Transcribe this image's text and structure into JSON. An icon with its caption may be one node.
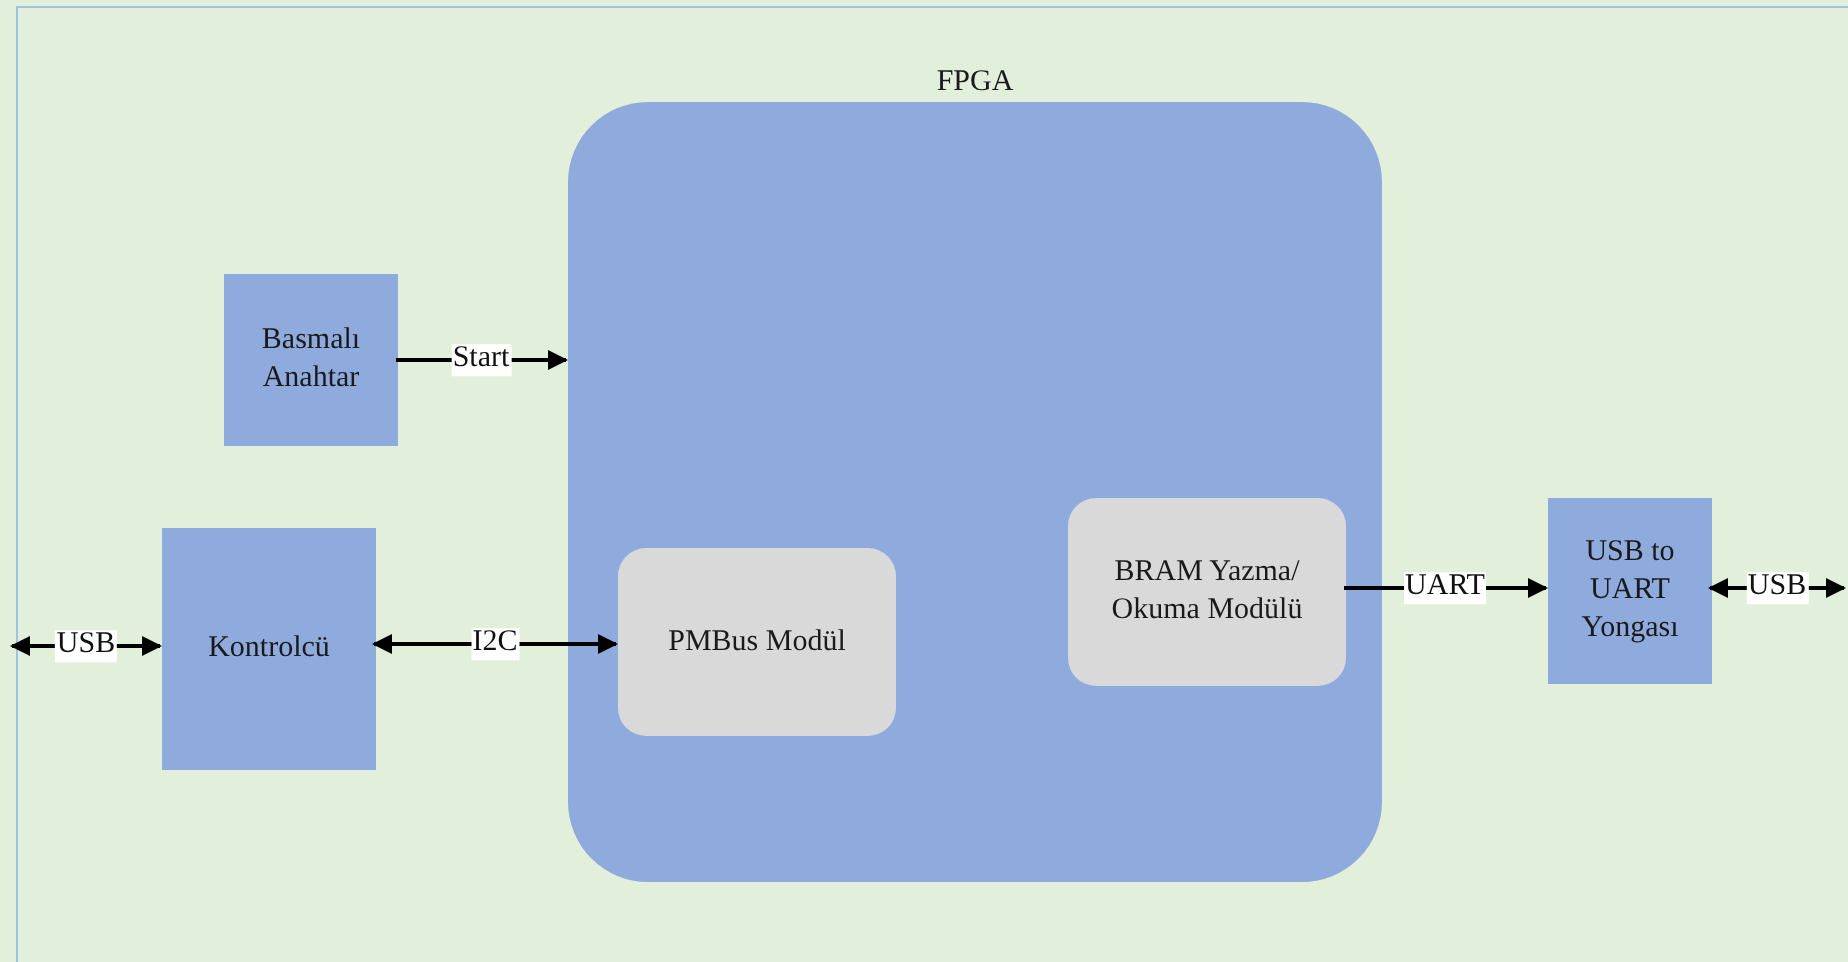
{
  "diagram": {
    "nodes": [
      {
        "text": [
          "FPGA"
        ]
      },
      {
        "text": [
          "Basmalı Anahtar"
        ]
      },
      {
        "text": [
          "Kontrolcü"
        ]
      },
      {
        "text": [
          "PMBus Modül"
        ],
        "in": 0
      },
      {
        "text": [
          "BRAM Yazma/ Okuma Modülü"
        ],
        "in": 0
      },
      {
        "text": [
          "USB to UART Yongası"
        ]
      }
    ],
    "edges": [
      {
        "from": 1,
        "to": 0,
        "arrow": "to",
        "label": "Start"
      },
      {
        "from": null,
        "to": 2,
        "arrow": "both",
        "label": "USB"
      },
      {
        "from": 2,
        "to": 3,
        "arrow": "both",
        "label": "I2C"
      },
      {
        "from": 4,
        "to": 5,
        "arrow": "to",
        "label": "UART"
      },
      {
        "from": 5,
        "to": null,
        "arrow": "both",
        "label": "USB"
      }
    ]
  }
}
